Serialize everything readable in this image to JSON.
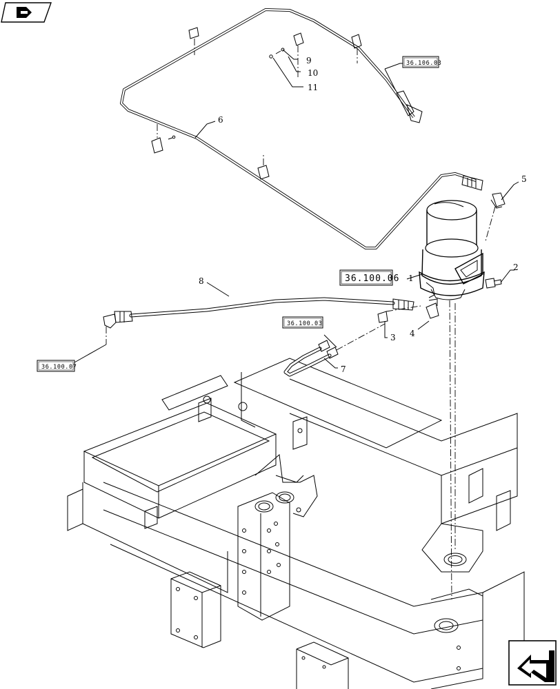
{
  "callouts": {
    "c1": "1",
    "c2": "2",
    "c3": "3",
    "c4": "4",
    "c5": "5",
    "c6": "6",
    "c7": "7",
    "c8": "8",
    "c9": "9",
    "c10": "10",
    "c11": "11"
  },
  "references": {
    "ref_main": "36.100.06",
    "ref_top": "36.106.03",
    "ref_mid": "36.100.03",
    "ref_left": "36.100.07"
  },
  "icons": {
    "top_left": "book-page-arrow-icon",
    "bottom_right": "page-navigation-arrow-icon"
  }
}
